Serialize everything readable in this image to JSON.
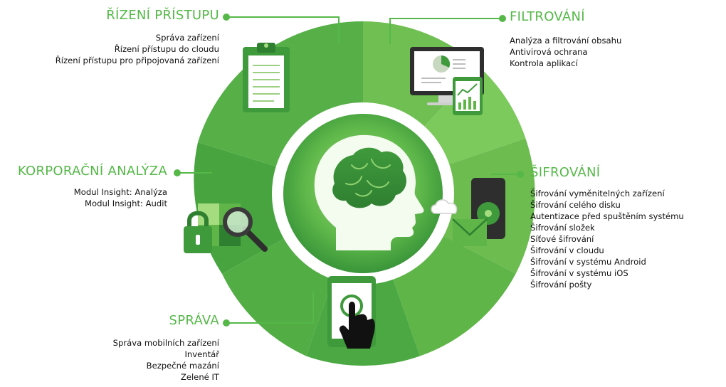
{
  "colors": {
    "accent": "#55b848",
    "ring_dark": "#4ba842",
    "ring_light": "#7cc95c",
    "text": "#111111"
  },
  "sections": {
    "pristup": {
      "title": "ŘÍZENÍ PŘÍSTUPU",
      "items": [
        "Správa zařízení",
        "Řízení přístupu do cloudu",
        "Řízení přístupu pro připojovaná zařízení"
      ],
      "icon": "clipboard-icon"
    },
    "filtrovani": {
      "title": "FILTROVÁNÍ",
      "items": [
        "Analýza a filtrování obsahu",
        "Antivirová ochrana",
        "Kontrola aplikací"
      ],
      "icon": "monitor-chart-icon"
    },
    "analyza": {
      "title": "KORPORAČNÍ ANALÝZA",
      "items": [
        "Modul Insight: Analýza",
        "Modul Insight: Audit"
      ],
      "icon": "lock-magnifier-icon"
    },
    "sifrovani": {
      "title": "ŠIFROVÁNÍ",
      "items": [
        "Šifrování vyměnitelných zařízení",
        "Šifrování celého disku",
        "Autentizace před spuštěním systému",
        "Šifrování složek",
        "Síťové šifrování",
        "Šifrování v cloudu",
        "Šifrování v systému Android",
        "Šifrování v systému iOS",
        "Šifrování pošty"
      ],
      "icon": "disk-envelope-icon"
    },
    "sprava": {
      "title": "SPRÁVA",
      "items": [
        "Správa mobilních zařízení",
        "Inventář",
        "Bezpečné mazání",
        "Zelené IT"
      ],
      "icon": "tablet-touch-icon"
    }
  },
  "center_icon": "head-brain-icon"
}
